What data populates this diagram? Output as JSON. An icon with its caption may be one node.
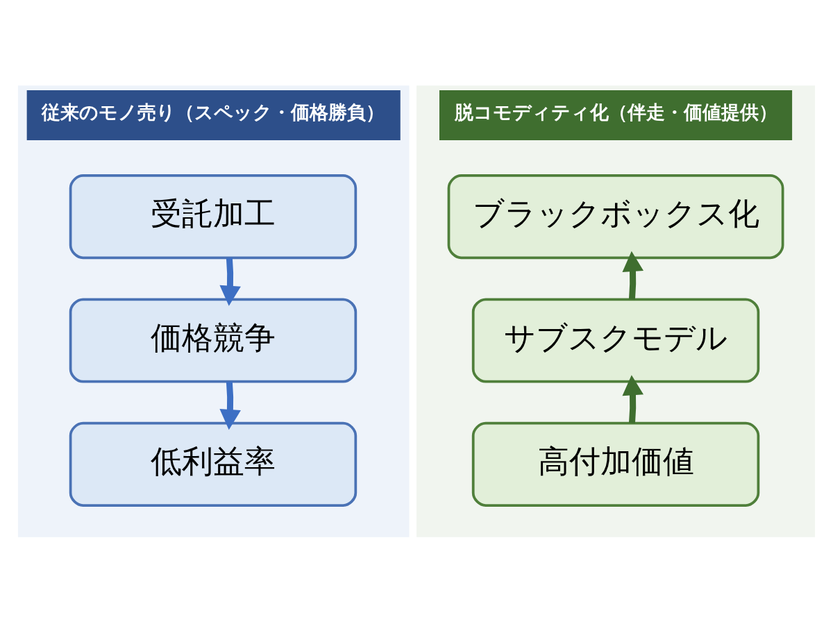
{
  "diagram": {
    "nodes": [
      {
        "text": [
          "従来のモノ売り（スペック・価格勝負）"
        ]
      },
      {
        "text": [
          "受託加工"
        ],
        "in": 0
      },
      {
        "text": [
          "価格競争"
        ],
        "in": 0
      },
      {
        "text": [
          "低利益率"
        ],
        "in": 0
      },
      {
        "text": [
          "脱コモディティ化（伴走・価値提供）"
        ]
      },
      {
        "text": [
          "ブラックボックス化"
        ],
        "in": 4
      },
      {
        "text": [
          "サブスクモデル"
        ],
        "in": 4
      },
      {
        "text": [
          "高付加価値"
        ],
        "in": 4
      }
    ],
    "edges": [
      {
        "from": 1,
        "to": 2,
        "arrow": "to",
        "color": "#3d6fc4"
      },
      {
        "from": 2,
        "to": 3,
        "arrow": "to",
        "color": "#3d6fc4"
      },
      {
        "from": 7,
        "to": 6,
        "arrow": "to",
        "color": "#3f6e2f"
      },
      {
        "from": 6,
        "to": 5,
        "arrow": "to",
        "color": "#3f6e2f"
      }
    ]
  }
}
